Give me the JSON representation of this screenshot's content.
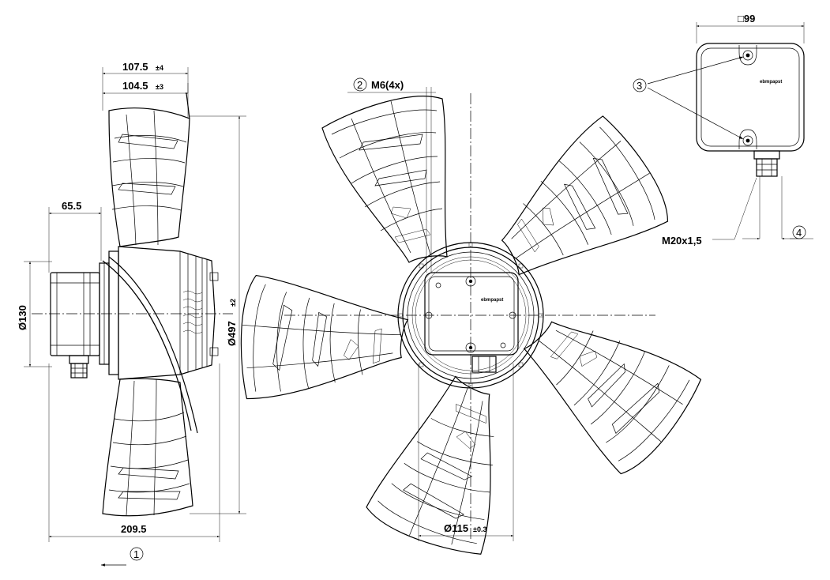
{
  "dimensions": {
    "d107": {
      "value": "107.5",
      "tol": "±4"
    },
    "d104": {
      "value": "104.5",
      "tol": "±3"
    },
    "d65": {
      "value": "65.5"
    },
    "d130": {
      "value": "Ø130"
    },
    "d497": {
      "value": "Ø497",
      "tol": "±2"
    },
    "d209": {
      "value": "209.5"
    },
    "d115": {
      "value": "Ø115",
      "tol": "±0.3"
    },
    "d99": {
      "value": "□99"
    },
    "m6": {
      "value": "M6(4x)"
    },
    "m20": {
      "value": "M20x1,5"
    }
  },
  "callouts": {
    "c1": "1",
    "c2": "2",
    "c3": "3",
    "c4": "4"
  },
  "brand": "ebmpapst"
}
